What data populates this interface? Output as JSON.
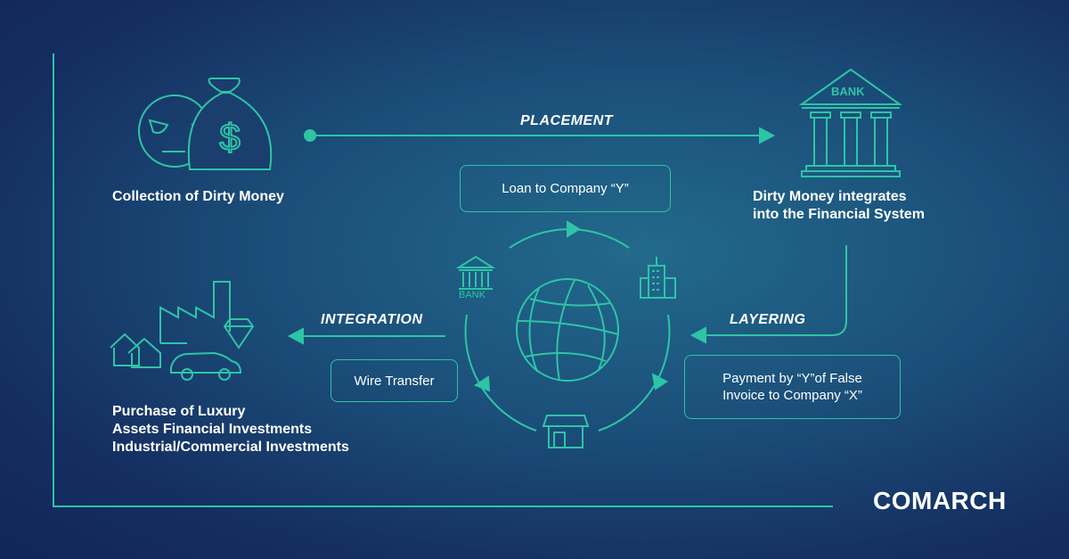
{
  "steps": {
    "collection": "Collection of Dirty Money",
    "integrates": [
      "Dirty Money integrates",
      "into the Financial System"
    ],
    "purchase": [
      "Purchase of Luxury",
      "Assets Financial Investments",
      "Industrial/Commercial Investments"
    ]
  },
  "stages": {
    "placement": "PLACEMENT",
    "layering": "LAYERING",
    "integration": "INTEGRATION"
  },
  "bubbles": {
    "loan": "Loan to Company “Y”",
    "payment": [
      "Payment by “Y”of False",
      "Invoice to Company “X”"
    ],
    "wire": "Wire Transfer"
  },
  "icon_labels": {
    "bank_big": "BANK",
    "bank_small": "BANK"
  },
  "brand": "COMARCH",
  "colors": {
    "accent": "#2ec4a6",
    "text": "#ffffff"
  }
}
